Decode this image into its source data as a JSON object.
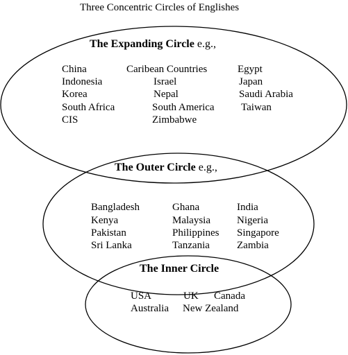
{
  "title": "Three Concentric Circles of Englishes",
  "circles": {
    "expanding": {
      "heading": "The Expanding Circle",
      "suffix": "e.g.,",
      "columns": [
        [
          "China",
          "Indonesia",
          "Korea",
          "South Africa",
          "CIS"
        ],
        [
          "Caribean Countries",
          "Israel",
          "Nepal",
          "South America",
          "Zimbabwe"
        ],
        [
          "Egypt",
          "Japan",
          "Saudi Arabia",
          "Taiwan"
        ]
      ]
    },
    "outer": {
      "heading": "The Outer Circle",
      "suffix": "e.g.,",
      "columns": [
        [
          "Bangladesh",
          "Kenya",
          "Pakistan",
          "Sri Lanka"
        ],
        [
          "Ghana",
          "Malaysia",
          "Philippines",
          "Tanzania"
        ],
        [
          "India",
          "Nigeria",
          "Singapore",
          "Zambia"
        ]
      ]
    },
    "inner": {
      "heading": "The Inner Circle",
      "rows": [
        [
          "USA",
          "UK",
          "Canada"
        ],
        [
          "Australia",
          "New Zealand"
        ]
      ]
    }
  }
}
